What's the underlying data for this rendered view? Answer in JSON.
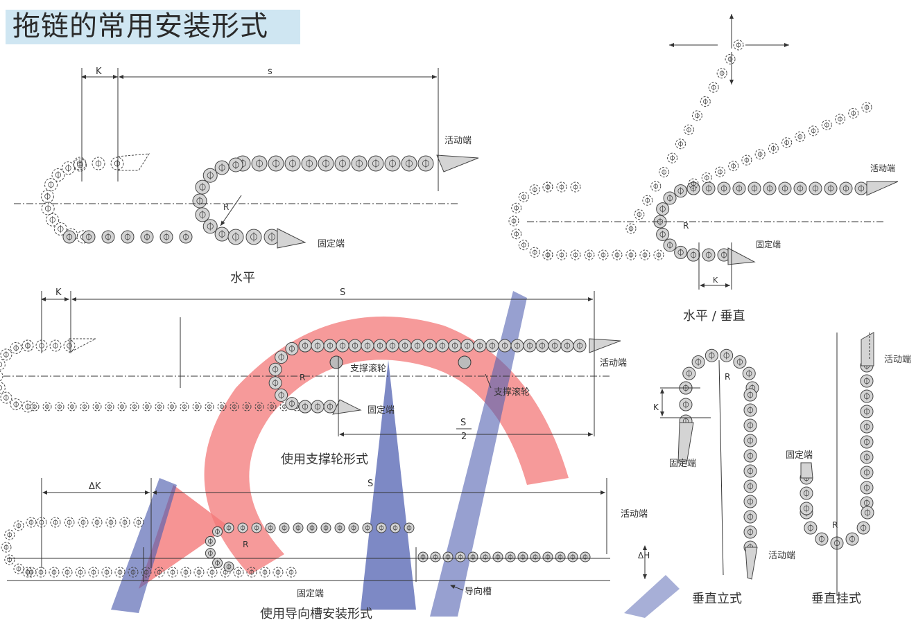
{
  "title": "拖链的常用安装形式",
  "labels": {
    "k": "K",
    "s_lower": "s",
    "s_upper": "S",
    "s_half_num": "S",
    "s_half_den": "2",
    "delta_k": "ΔK",
    "delta_h": "ΔH",
    "r": "R",
    "moving_end": "活动端",
    "fixed_end": "固定端",
    "support_roller": "支撑滚轮",
    "guide_trough": "导向槽"
  },
  "captions": {
    "horizontal": "水平",
    "horizontal_vertical": "水平 / 垂直",
    "support_wheel_form": "使用支撑轮形式",
    "guide_trough_form": "使用导向槽安装形式",
    "vertical_standing": "垂直立式",
    "vertical_hanging": "垂直挂式"
  },
  "colors": {
    "title_bg": "#cfe6f2",
    "chain_fill": "#d4d4d4",
    "watermark_red": "#f26a6a",
    "watermark_blue": "#3d4fa8"
  }
}
